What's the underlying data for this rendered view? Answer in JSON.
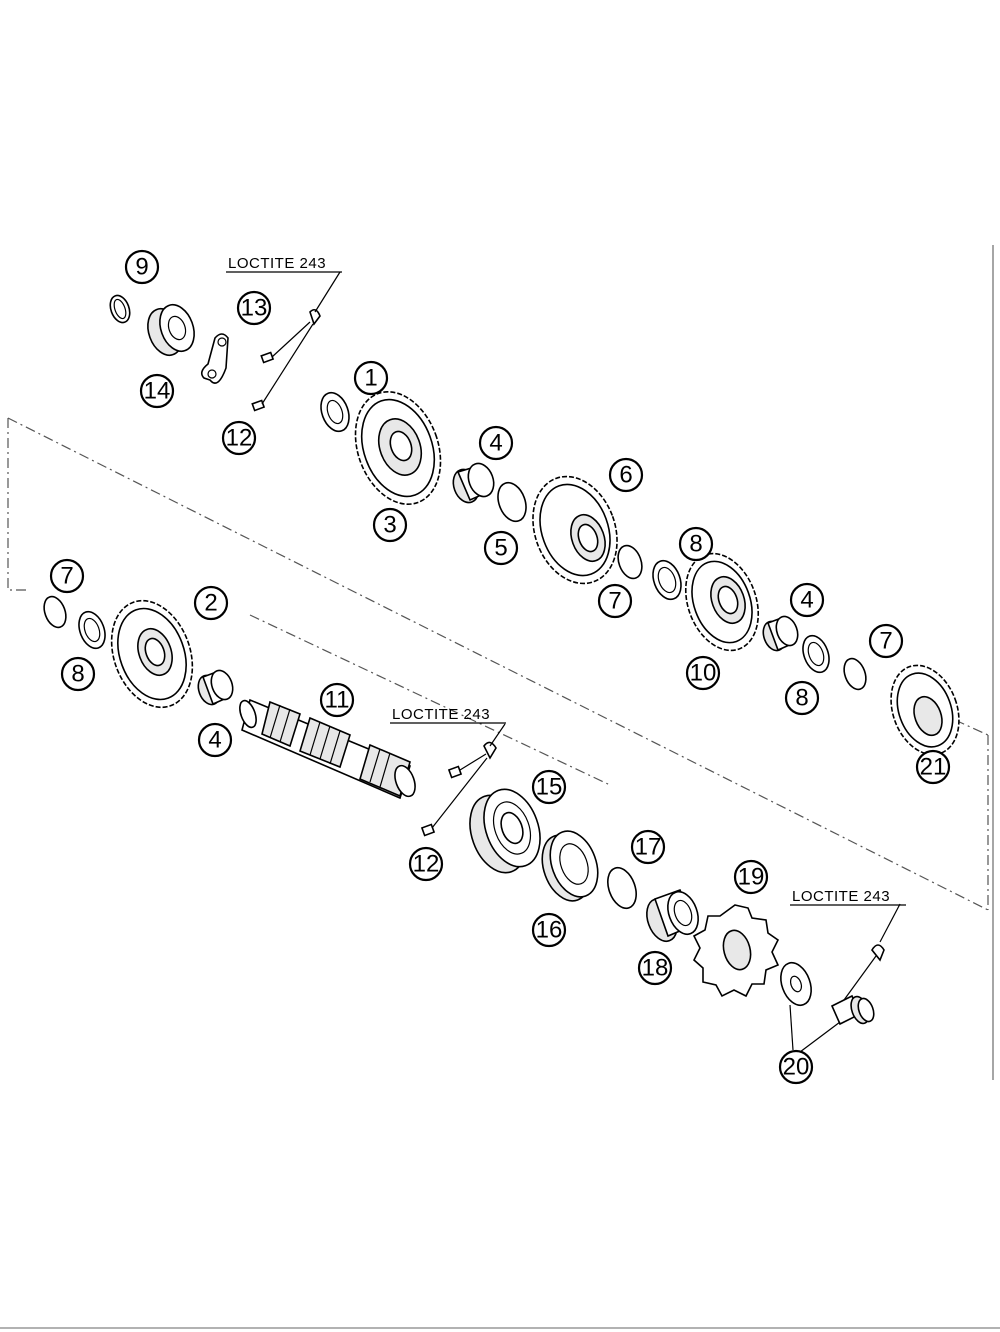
{
  "callouts": {
    "c1": "1",
    "c2": "2",
    "c3": "3",
    "c4a": "4",
    "c4b": "4",
    "c4c": "4",
    "c5": "5",
    "c6": "6",
    "c7a": "7",
    "c7b": "7",
    "c7c": "7",
    "c8a": "8",
    "c8b": "8",
    "c8c": "8",
    "c9": "9",
    "c10": "10",
    "c11": "11",
    "c12a": "12",
    "c12b": "12",
    "c13": "13",
    "c14": "14",
    "c15": "15",
    "c16": "16",
    "c17": "17",
    "c18": "18",
    "c19": "19",
    "c20": "20",
    "c21": "21"
  },
  "notes": {
    "loctite_1": "LOCTITE 243",
    "loctite_2": "LOCTITE 243",
    "loctite_3": "LOCTITE 243"
  }
}
